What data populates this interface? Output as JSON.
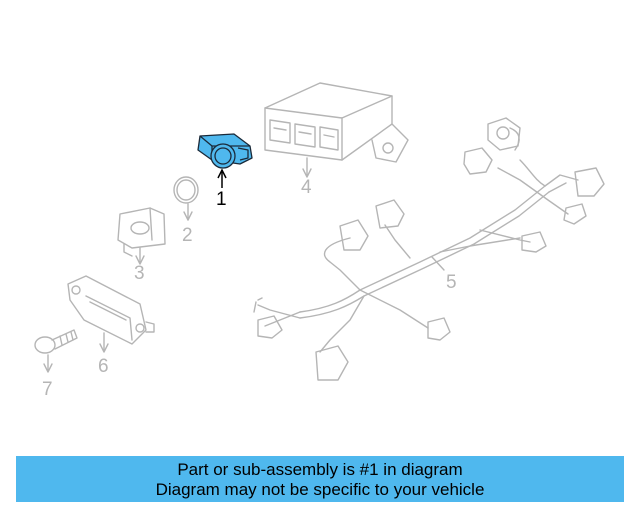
{
  "diagram": {
    "callouts": {
      "c1": "1",
      "c2": "2",
      "c3": "3",
      "c4": "4",
      "c5": "5",
      "c6": "6",
      "c7": "7"
    },
    "highlight_color": "#4fb8ee",
    "line_color": "#b5b5b5"
  },
  "banner": {
    "line1": "Part or sub-assembly is #1 in diagram",
    "line2": "Diagram may not be specific to your vehicle",
    "background": "#4fb8ee"
  }
}
